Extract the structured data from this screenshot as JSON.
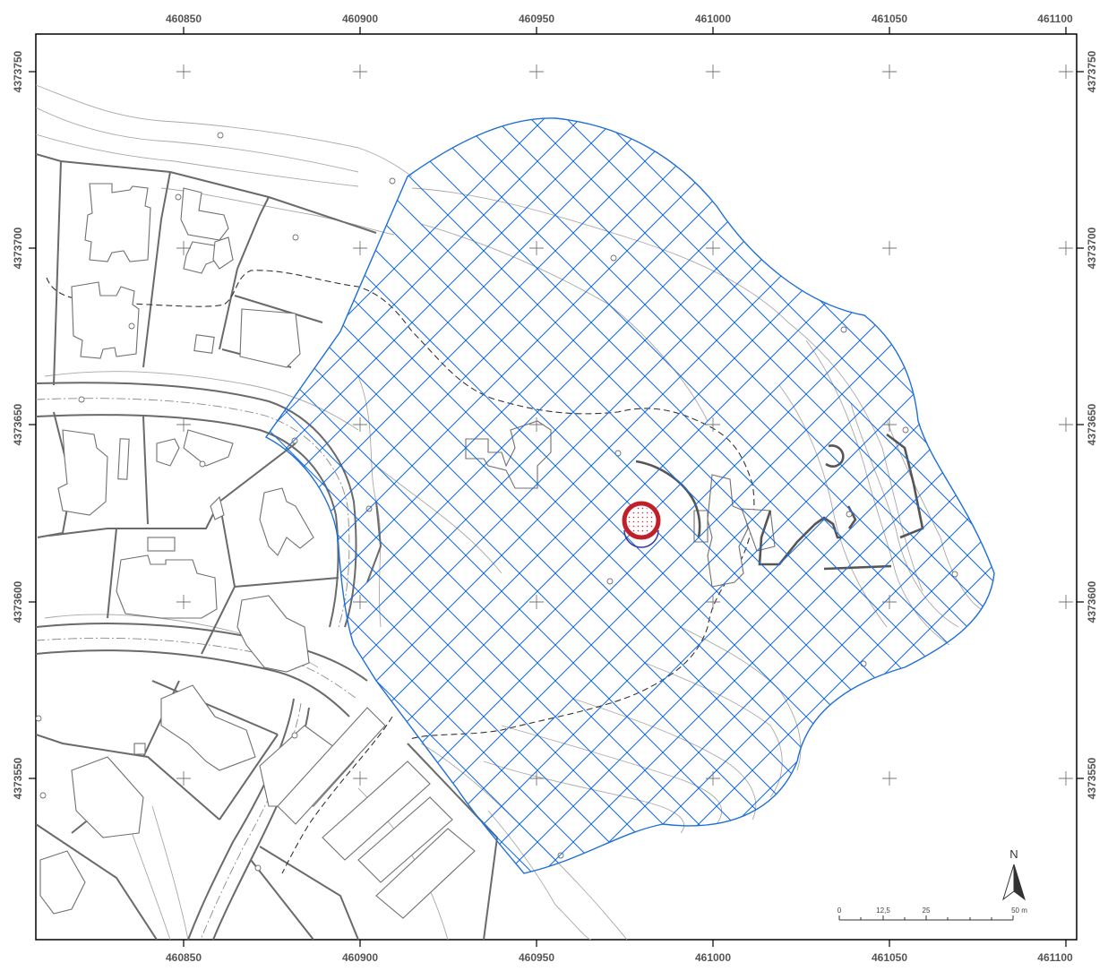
{
  "map": {
    "x_ticks": [
      "460850",
      "460900",
      "460950",
      "461000",
      "461050",
      "461100"
    ],
    "y_ticks": [
      "4373750",
      "4373700",
      "4373650",
      "4373600",
      "4373550"
    ],
    "north_label": "N",
    "scale": {
      "labels": [
        "0",
        "12,5",
        "25",
        "50 m"
      ]
    },
    "colors": {
      "frame": "#000000",
      "coord_text": "#555555",
      "building_outline": "#707070",
      "contour": "#9a9a9a",
      "hatch": "#1f6fd6",
      "marker_ring": "#c0202a",
      "marker_dots": "#d42a35"
    },
    "layers": [
      "buildings",
      "parcels",
      "roads",
      "contours",
      "hatched-area",
      "site-marker",
      "grid-crosses"
    ]
  }
}
